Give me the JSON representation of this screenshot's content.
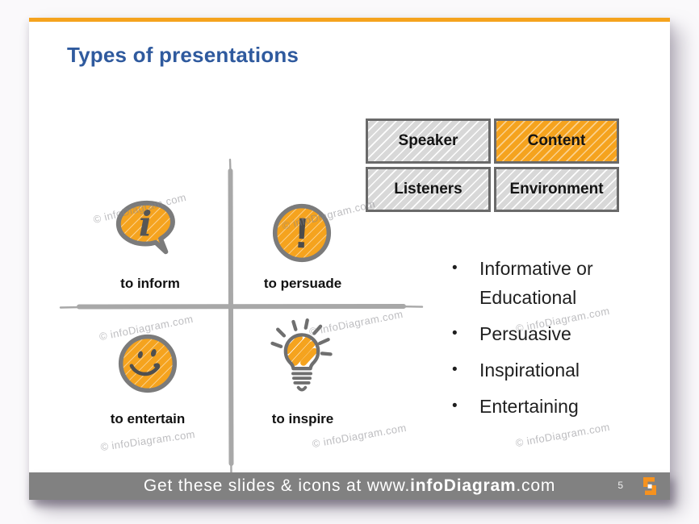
{
  "colors": {
    "accent_orange": "#F5A31E",
    "title_blue": "#2F5A9E",
    "table_gray": "#D8D8D8",
    "border_gray": "#6A6A6A",
    "footer_gray": "#818181",
    "cross_gray": "#A8A8A8"
  },
  "title": "Types of presentations",
  "table": {
    "cells": [
      {
        "label": "Speaker"
      },
      {
        "label": "Content"
      },
      {
        "label": "Listeners"
      },
      {
        "label": "Environment"
      }
    ]
  },
  "quadrants": {
    "inform": {
      "label": "to inform",
      "icon": "info-speech-bubble-icon",
      "glyph": "i"
    },
    "persuade": {
      "label": "to persuade",
      "icon": "exclamation-circle-icon",
      "glyph": "!"
    },
    "entertain": {
      "label": "to entertain",
      "icon": "smiley-face-icon"
    },
    "inspire": {
      "label": "to inspire",
      "icon": "lightbulb-icon"
    }
  },
  "bullets": {
    "marker": "•",
    "items": [
      "Informative or Educational",
      "Persuasive",
      "Inspirational",
      "Entertaining"
    ]
  },
  "footer": {
    "prefix": "Get these slides & icons at www.",
    "brand": "infoDiagram",
    "suffix": ".com",
    "page_number": "5"
  },
  "watermark": "© infoDiagram.com"
}
